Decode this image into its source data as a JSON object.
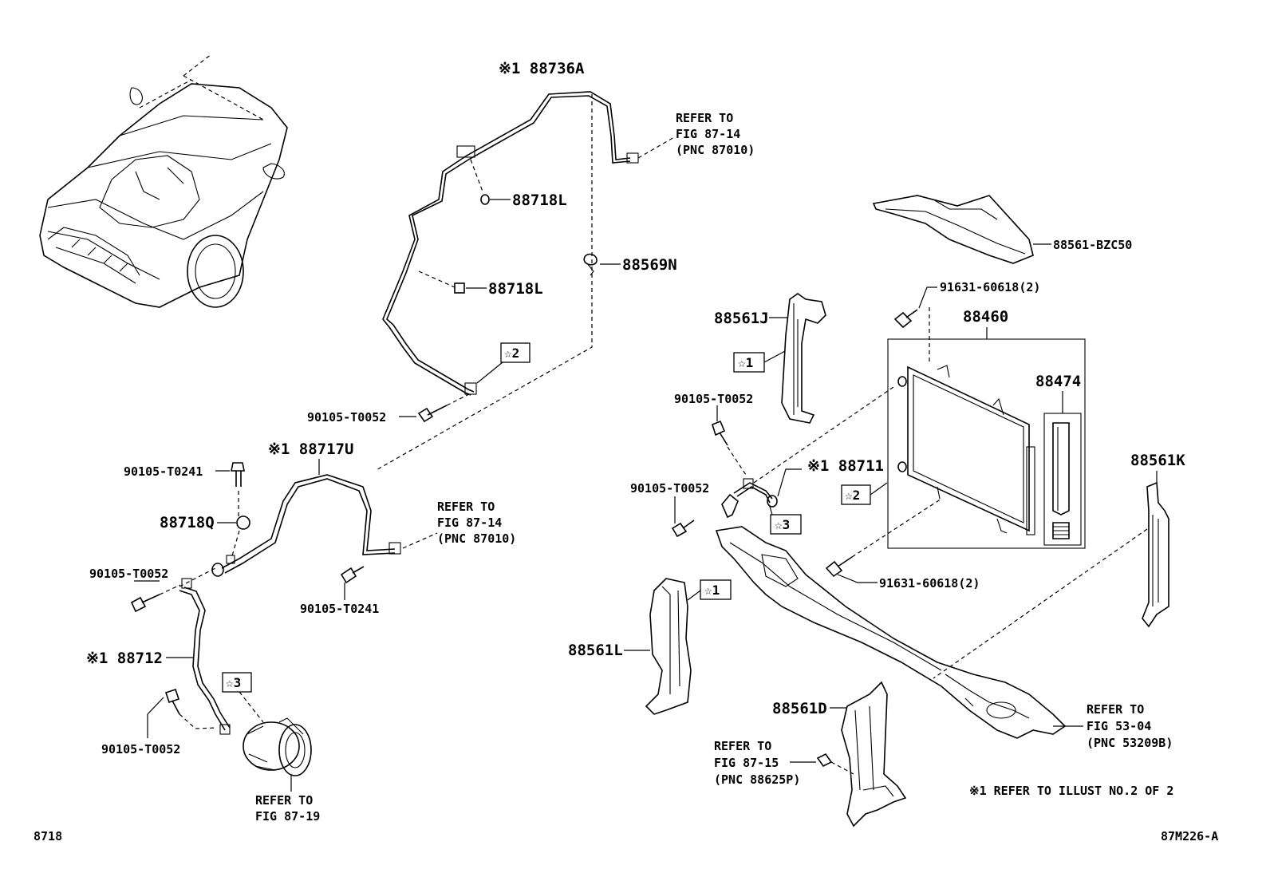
{
  "labels": {
    "p88736A": "※1 88736A",
    "refer_87_14_top": [
      "REFER TO",
      "FIG 87-14",
      "(PNC 87010)"
    ],
    "p88718L_a": "88718L",
    "p88569N": "88569N",
    "p88718L_b": "88718L",
    "star2_a": "☆2",
    "p90105_T0052_a": "90105-T0052",
    "p88717U": "※1 88717U",
    "p90105_T0241_a": "90105-T0241",
    "p88718Q": "88718Q",
    "refer_87_14_mid": [
      "REFER TO",
      "FIG 87-14",
      "(PNC 87010)"
    ],
    "p90105_T0052_b": "90105-T0052",
    "p90105_T0241_b": "90105-T0241",
    "p88712": "※1 88712",
    "star3_a": "☆3",
    "p90105_T0052_c": "90105-T0052",
    "refer_87_19": [
      "REFER TO",
      "FIG 87-19"
    ],
    "code_left": "8718",
    "p88561_BZC50": "88561-BZC50",
    "p91631_a": "91631-60618(2)",
    "p88561J": "88561J",
    "star1_a": "☆1",
    "p88460": "88460",
    "p88474": "88474",
    "p90105_T0052_d": "90105-T0052",
    "p88711": "※1 88711",
    "star2_b": "☆2",
    "p90105_T0052_e": "90105-T0052",
    "star3_b": "☆3",
    "p88561K": "88561K",
    "p91631_b": "91631-60618(2)",
    "star1_b": "☆1",
    "p88561L": "88561L",
    "p88561D": "88561D",
    "refer_53_04": [
      "REFER TO",
      "FIG 53-04",
      "(PNC 53209B)"
    ],
    "refer_87_15": [
      "REFER TO",
      "FIG 87-15",
      "(PNC 88625P)"
    ],
    "note": "※1  REFER TO ILLUST NO.2 OF 2",
    "code_right": "87M226-A"
  }
}
